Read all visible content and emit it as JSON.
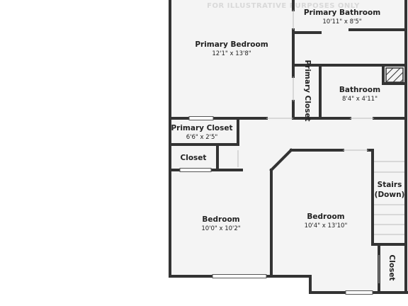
{
  "watermark": "FOR ILLUSTRATIVE PURPOSES ONLY",
  "rooms": {
    "primary_bedroom": {
      "name": "Primary Bedroom",
      "dims": "12'1\" x 13'8\""
    },
    "primary_bathroom": {
      "name": "Primary Bathroom",
      "dims": "10'11\" x 8'5\""
    },
    "primary_closet_v": {
      "name": "Primary Closet"
    },
    "bathroom": {
      "name": "Bathroom",
      "dims": "8'4\" x 4'11\""
    },
    "primary_closet": {
      "name": "Primary Closet",
      "dims": "6'6\" x 2'5\""
    },
    "closet_left": {
      "name": "Closet"
    },
    "bedroom_left": {
      "name": "Bedroom",
      "dims": "10'0\" x 10'2\""
    },
    "bedroom_right": {
      "name": "Bedroom",
      "dims": "10'4\" x 13'10\""
    },
    "stairs": {
      "name": "Stairs",
      "note": "(Down)"
    },
    "closet_right": {
      "name": "Closet"
    }
  }
}
